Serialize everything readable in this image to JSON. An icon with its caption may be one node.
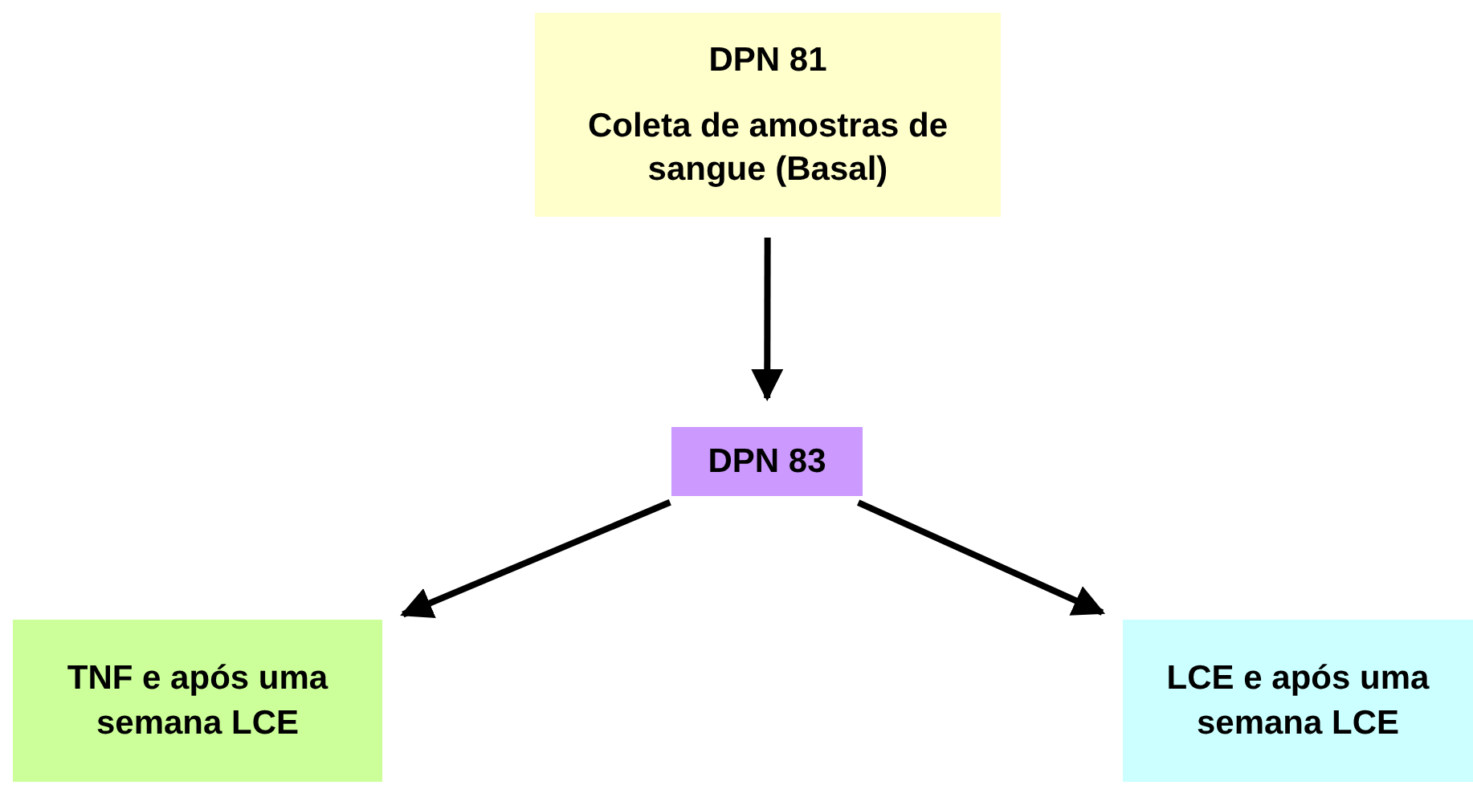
{
  "diagram": {
    "nodes": [
      {
        "text": [
          "DPN 81",
          "Coleta de amostras de sangue (Basal)"
        ]
      },
      {
        "text": [
          "DPN 83"
        ]
      },
      {
        "text": [
          "TNF e após uma semana LCE"
        ]
      },
      {
        "text": [
          "LCE e após uma semana LCE"
        ]
      }
    ],
    "edges": [
      {
        "from": 0,
        "to": 1,
        "arrow": "to"
      },
      {
        "from": 1,
        "to": 2,
        "arrow": "to"
      },
      {
        "from": 1,
        "to": 3,
        "arrow": "to"
      }
    ]
  }
}
